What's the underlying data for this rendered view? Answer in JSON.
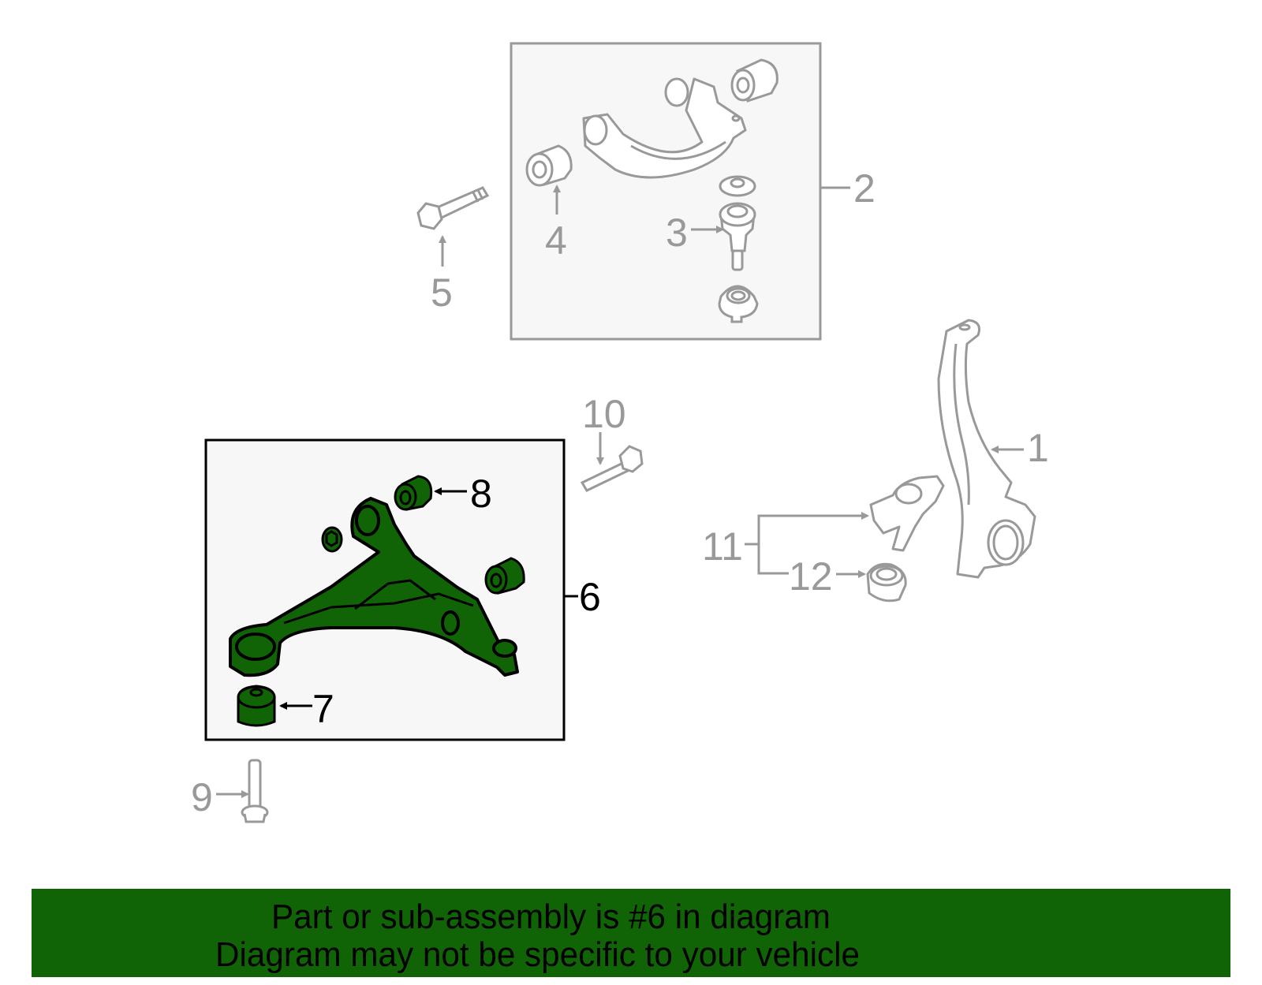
{
  "diagram": {
    "title": "Lower control arm assembly exploded parts diagram",
    "highlight_color": "#116405",
    "outline_gray": "#999999",
    "panel_fill": "#f7f7f7",
    "callouts": [
      {
        "id": "1",
        "label": "1",
        "part": "steering-knuckle",
        "highlighted": false
      },
      {
        "id": "2",
        "label": "2",
        "part": "upper-control-arm-assembly",
        "highlighted": false
      },
      {
        "id": "3",
        "label": "3",
        "part": "upper-ball-joint",
        "highlighted": false
      },
      {
        "id": "4",
        "label": "4",
        "part": "upper-arm-bushing",
        "highlighted": false
      },
      {
        "id": "5",
        "label": "5",
        "part": "upper-arm-bolt",
        "highlighted": false
      },
      {
        "id": "6",
        "label": "6",
        "part": "lower-control-arm-assembly",
        "highlighted": true
      },
      {
        "id": "7",
        "label": "7",
        "part": "lower-arm-rear-bushing",
        "highlighted": true
      },
      {
        "id": "8",
        "label": "8",
        "part": "lower-arm-front-bushing",
        "highlighted": true
      },
      {
        "id": "9",
        "label": "9",
        "part": "lower-arm-bolt",
        "highlighted": false
      },
      {
        "id": "10",
        "label": "10",
        "part": "lower-arm-front-bolt",
        "highlighted": false
      },
      {
        "id": "11",
        "label": "11",
        "part": "wheel-speed-sensor-set",
        "highlighted": false
      },
      {
        "id": "12",
        "label": "12",
        "part": "sensor-cap",
        "highlighted": false
      }
    ]
  },
  "banner": {
    "line1": "Part or sub-assembly is #6 in diagram",
    "line2": "Diagram may not be specific to your vehicle",
    "background": "#116405"
  }
}
